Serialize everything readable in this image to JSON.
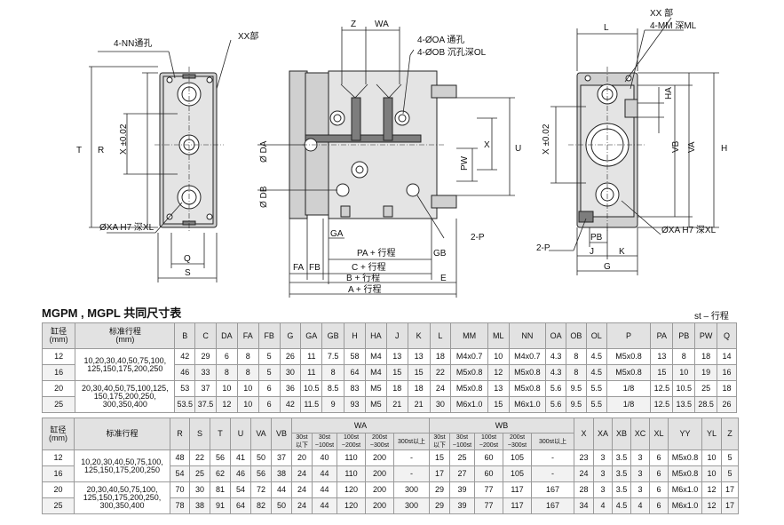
{
  "drawing": {
    "left": {
      "nn_label": "4-NN通孔",
      "xx_label": "XX部",
      "t_label": "T",
      "r_label": "R",
      "x_label": "X ±0.02",
      "xa_label": "ØXA H7 深XL",
      "q_label": "Q",
      "s_label": "S"
    },
    "middle": {
      "z_label": "Z",
      "wa_label": "WA",
      "oa_label": "4-ØOA 通孔",
      "ob_label": "4-ØOB 沉孔深OL",
      "da_label": "Ø DA",
      "db_label": "Ø DB",
      "x_label": "X",
      "u_label": "U",
      "pw_label": "PW",
      "ga_label": "GA",
      "p_label": "2-P",
      "pa_label": "PA + 行程",
      "gb_label": "GB",
      "fa_label": "FA",
      "fb_label": "FB",
      "c_label": "C + 行程",
      "b_label": "B + 行程",
      "e_label": "E",
      "a_label": "A + 行程"
    },
    "right": {
      "l_label": "L",
      "xx_label": "XX 部",
      "mm_label": "4-MM 深ML",
      "x_label": "X ±0.02",
      "ha_label": "HA",
      "vb_label": "VB",
      "va_label": "VA",
      "h_label": "H",
      "p_label": "2-P",
      "pb_label": "PB",
      "xa_label": "ØXA H7 深XL",
      "j_label": "J",
      "k_label": "K",
      "g_label": "G"
    }
  },
  "table_title": "MGPM , MGPL 共同尺寸表",
  "stroke_note": "st – 行程",
  "table1": {
    "header_bore": "缸径\n(mm)",
    "header_stroke": "标准行程\n(mm)",
    "columns": [
      "B",
      "C",
      "DA",
      "FA",
      "FB",
      "G",
      "GA",
      "GB",
      "H",
      "HA",
      "J",
      "K",
      "L",
      "MM",
      "ML",
      "NN",
      "OA",
      "OB",
      "OL",
      "P",
      "PA",
      "PB",
      "PW",
      "Q"
    ],
    "rows": [
      {
        "bore": "12",
        "stroke": "10,20,30,40,50,75,100,\n125,150,175,200,250",
        "values": [
          "42",
          "29",
          "6",
          "8",
          "5",
          "26",
          "11",
          "7.5",
          "58",
          "M4",
          "13",
          "13",
          "18",
          "M4x0.7",
          "10",
          "M4x0.7",
          "4.3",
          "8",
          "4.5",
          "M5x0.8",
          "13",
          "8",
          "18",
          "14"
        ]
      },
      {
        "bore": "16",
        "stroke": "",
        "values": [
          "46",
          "33",
          "8",
          "8",
          "5",
          "30",
          "11",
          "8",
          "64",
          "M4",
          "15",
          "15",
          "22",
          "M5x0.8",
          "12",
          "M5x0.8",
          "4.3",
          "8",
          "4.5",
          "M5x0.8",
          "15",
          "10",
          "19",
          "16"
        ]
      },
      {
        "bore": "20",
        "stroke": "20,30,40,50,75,100,125,\n150,175,200,250,\n300,350,400",
        "values": [
          "53",
          "37",
          "10",
          "10",
          "6",
          "36",
          "10.5",
          "8.5",
          "83",
          "M5",
          "18",
          "18",
          "24",
          "M5x0.8",
          "13",
          "M5x0.8",
          "5.6",
          "9.5",
          "5.5",
          "1/8",
          "12.5",
          "10.5",
          "25",
          "18"
        ]
      },
      {
        "bore": "25",
        "stroke": "",
        "values": [
          "53.5",
          "37.5",
          "12",
          "10",
          "6",
          "42",
          "11.5",
          "9",
          "93",
          "M5",
          "21",
          "21",
          "30",
          "M6x1.0",
          "15",
          "M6x1.0",
          "5.6",
          "9.5",
          "5.5",
          "1/8",
          "12.5",
          "13.5",
          "28.5",
          "26"
        ]
      }
    ]
  },
  "table2": {
    "header_bore": "缸径\n(mm)",
    "header_stroke": "标准行程",
    "columns_left": [
      "R",
      "S",
      "T",
      "U",
      "VA",
      "VB"
    ],
    "wa_header": "WA",
    "wb_header": "WB",
    "sub_columns": [
      "30st\n以下",
      "30st\n~100st",
      "100st\n~200st",
      "200st\n~300st",
      "300st以上"
    ],
    "columns_right": [
      "X",
      "XA",
      "XB",
      "XC",
      "XL",
      "YY",
      "YL",
      "Z"
    ],
    "rows": [
      {
        "bore": "12",
        "stroke": "10,20,30,40,50,75,100,\n125,150,175,200,250",
        "values": [
          "48",
          "22",
          "56",
          "41",
          "50",
          "37"
        ],
        "wa": [
          "20",
          "40",
          "110",
          "200",
          "-"
        ],
        "wb": [
          "15",
          "25",
          "60",
          "105",
          "-"
        ],
        "right": [
          "23",
          "3",
          "3.5",
          "3",
          "6",
          "M5x0.8",
          "10",
          "5"
        ]
      },
      {
        "bore": "16",
        "stroke": "",
        "values": [
          "54",
          "25",
          "62",
          "46",
          "56",
          "38"
        ],
        "wa": [
          "24",
          "44",
          "110",
          "200",
          "-"
        ],
        "wb": [
          "17",
          "27",
          "60",
          "105",
          "-"
        ],
        "right": [
          "24",
          "3",
          "3.5",
          "3",
          "6",
          "M5x0.8",
          "10",
          "5"
        ]
      },
      {
        "bore": "20",
        "stroke": "20,30,40,50,75,100,\n125,150,175,200,250,\n300,350,400",
        "values": [
          "70",
          "30",
          "81",
          "54",
          "72",
          "44"
        ],
        "wa": [
          "24",
          "44",
          "120",
          "200",
          "300"
        ],
        "wb": [
          "29",
          "39",
          "77",
          "117",
          "167"
        ],
        "right": [
          "28",
          "3",
          "3.5",
          "3",
          "6",
          "M6x1.0",
          "12",
          "17"
        ]
      },
      {
        "bore": "25",
        "stroke": "",
        "values": [
          "78",
          "38",
          "91",
          "64",
          "82",
          "50"
        ],
        "wa": [
          "24",
          "44",
          "120",
          "200",
          "300"
        ],
        "wb": [
          "29",
          "39",
          "77",
          "117",
          "167"
        ],
        "right": [
          "34",
          "4",
          "4.5",
          "4",
          "6",
          "M6x1.0",
          "12",
          "17"
        ]
      }
    ]
  }
}
